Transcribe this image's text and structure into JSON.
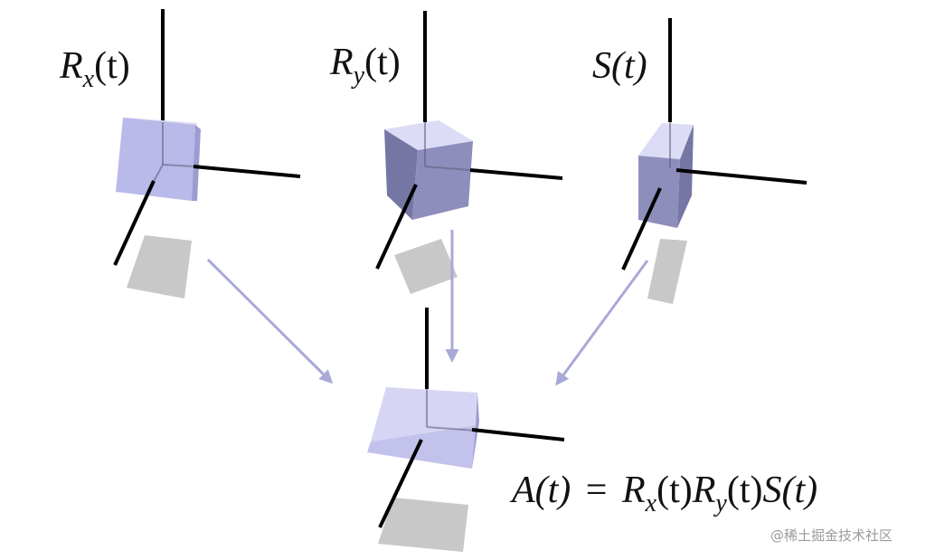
{
  "labels": {
    "rx_main": "R",
    "rx_sub": "x",
    "rx_arg": "(t)",
    "ry_main": "R",
    "ry_sub": "y",
    "ry_arg": "(t)",
    "s_label": "S(t)"
  },
  "equation": {
    "lhs": "A(t)",
    "eq": "=",
    "r1": "R",
    "r1_sub": "x",
    "r1_arg": "(t)",
    "r2": "R",
    "r2_sub": "y",
    "r2_arg": "(t)",
    "s": "S(t)"
  },
  "watermark": "@稀土掘金技术社区",
  "colors": {
    "cube_front": "#b9b9ea",
    "cube_top": "#dcdcf6",
    "cube_side": "#8e8ebd",
    "cube_dark": "#7676a4",
    "shadow": "#c8c8c8",
    "arrow": "#a9a9d8",
    "axis": "#000000"
  },
  "icons": {
    "arrow": "arrow-icon"
  }
}
